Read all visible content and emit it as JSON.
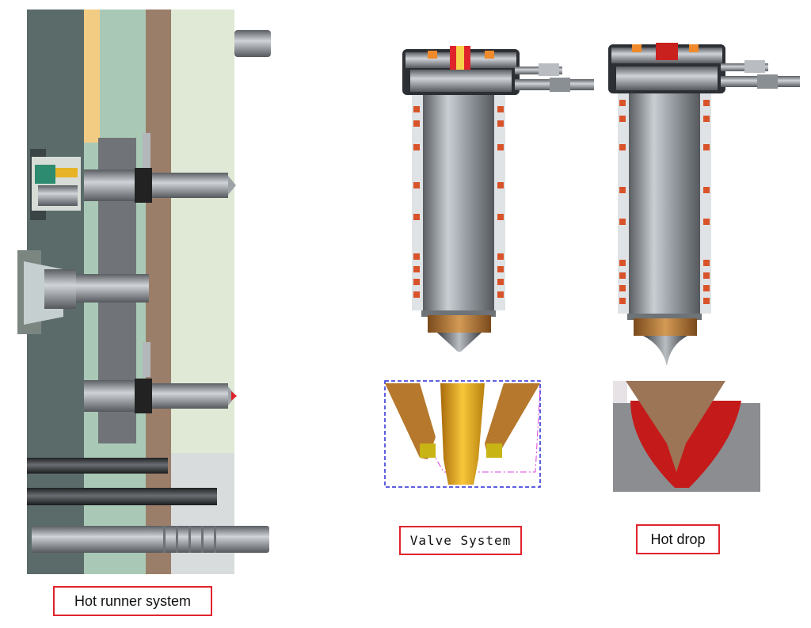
{
  "figure": {
    "panels": [
      {
        "id": "hot-runner",
        "caption": "Hot runner system"
      },
      {
        "id": "valve",
        "caption": "Valve System"
      },
      {
        "id": "hot-drop",
        "caption": "Hot drop"
      }
    ]
  },
  "colors": {
    "plate_dark": "#5b6b6a",
    "plate_mid": "#a9c9b6",
    "plate_light": "#dfe9d5",
    "plate_brown": "#9b7e6a",
    "plate_tan": "#f3cc84",
    "steel": "#8f9499",
    "steel_dark": "#3a3d40",
    "heater_red": "#d9532a",
    "gold": "#e6a91d",
    "bronze": "#b5782c",
    "accent_red": "#e0242c",
    "outline_blue": "#2a2ad6",
    "outline_magenta": "#e040e0"
  }
}
